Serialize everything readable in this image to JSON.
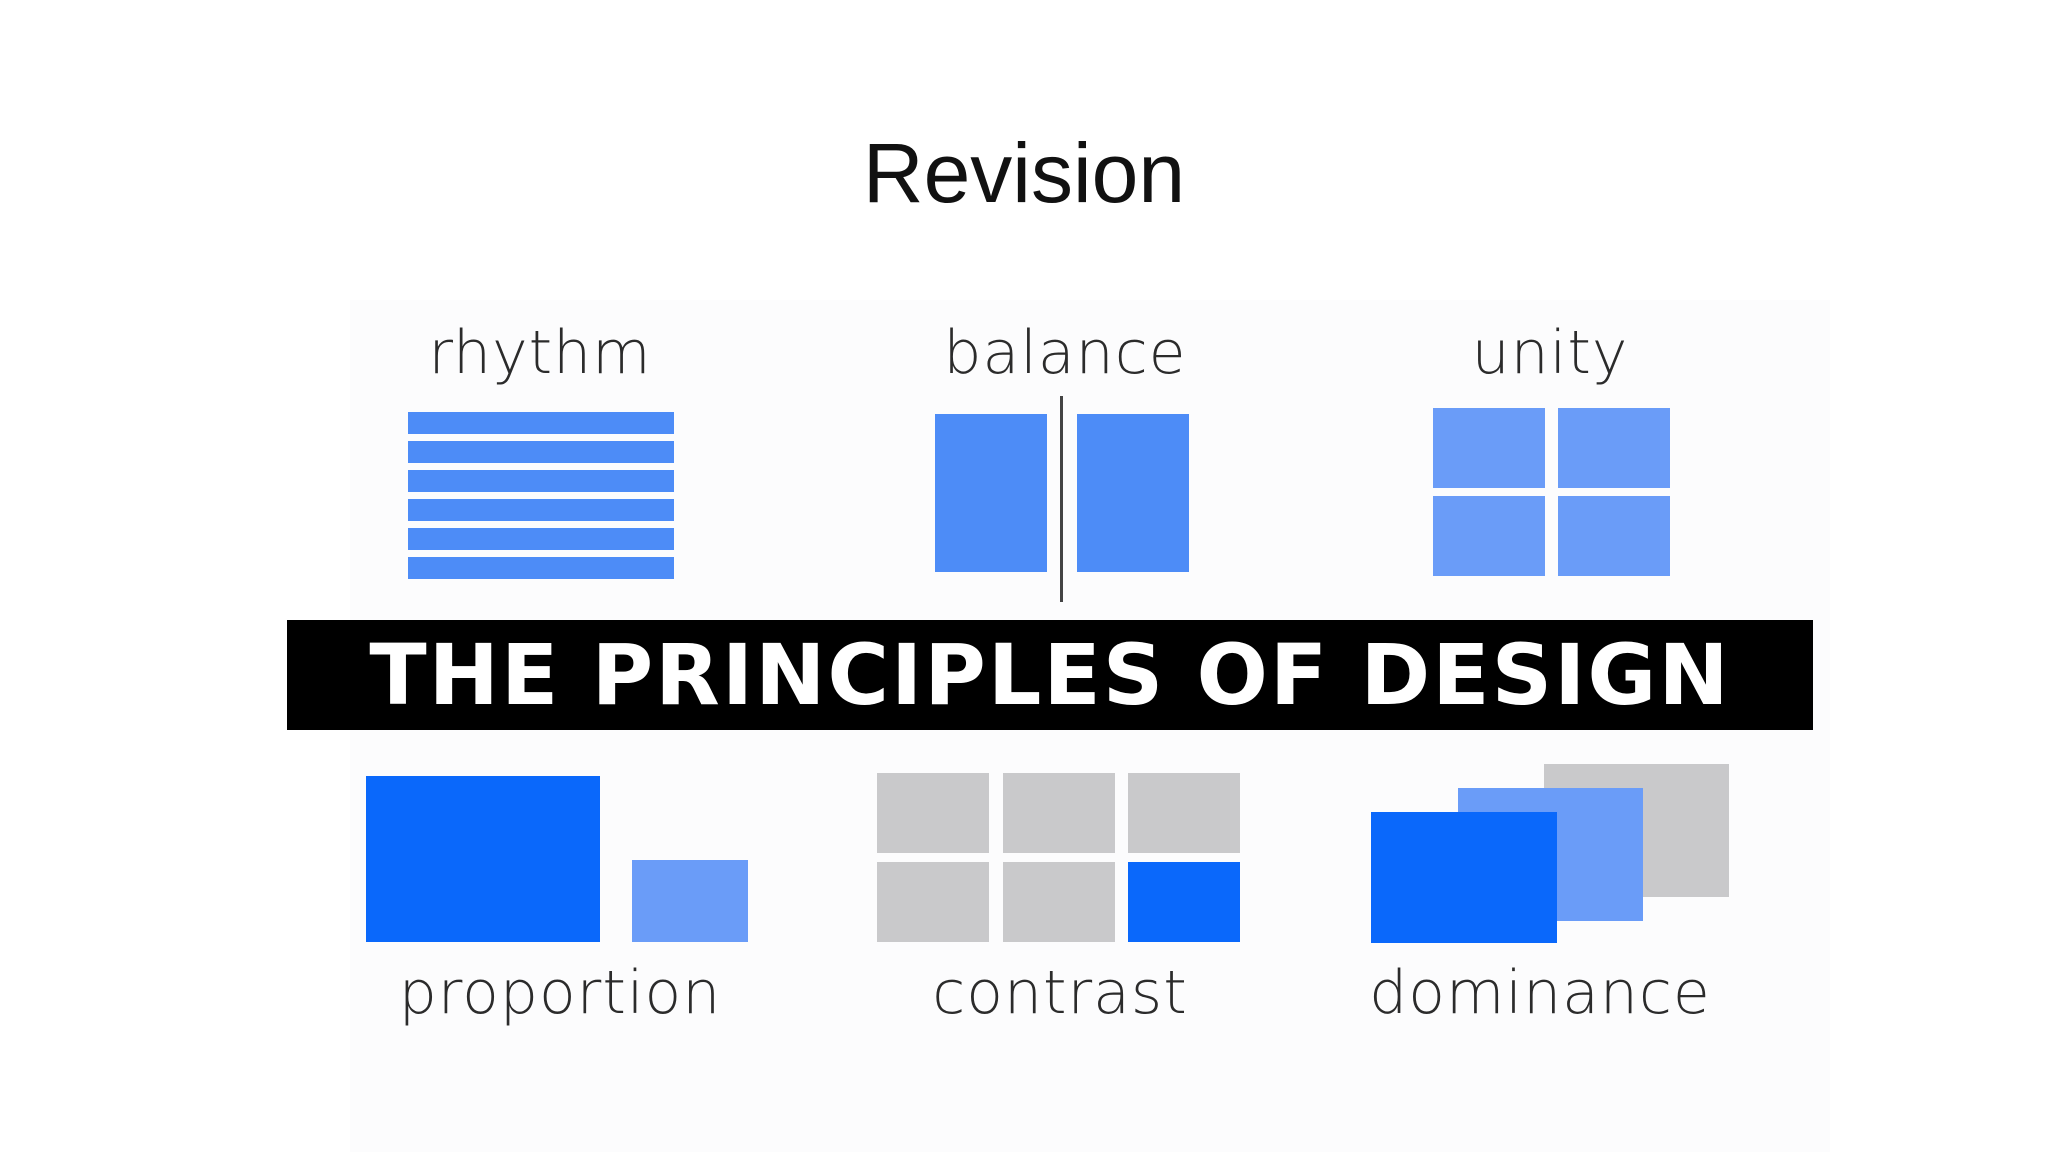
{
  "slide": {
    "title": "Revision"
  },
  "banner": {
    "text": "THE PRINCIPLES OF DESIGN"
  },
  "principles": {
    "rhythm": "rhythm",
    "balance": "balance",
    "unity": "unity",
    "proportion": "proportion",
    "contrast": "contrast",
    "dominance": "dominance"
  },
  "colors": {
    "blue_light": "#4d8cf7",
    "blue_mid": "#6a9cf8",
    "blue_strong": "#0a68fb",
    "gray": "#c9c9cb",
    "banner_bg": "#000000",
    "banner_text": "#ffffff"
  }
}
